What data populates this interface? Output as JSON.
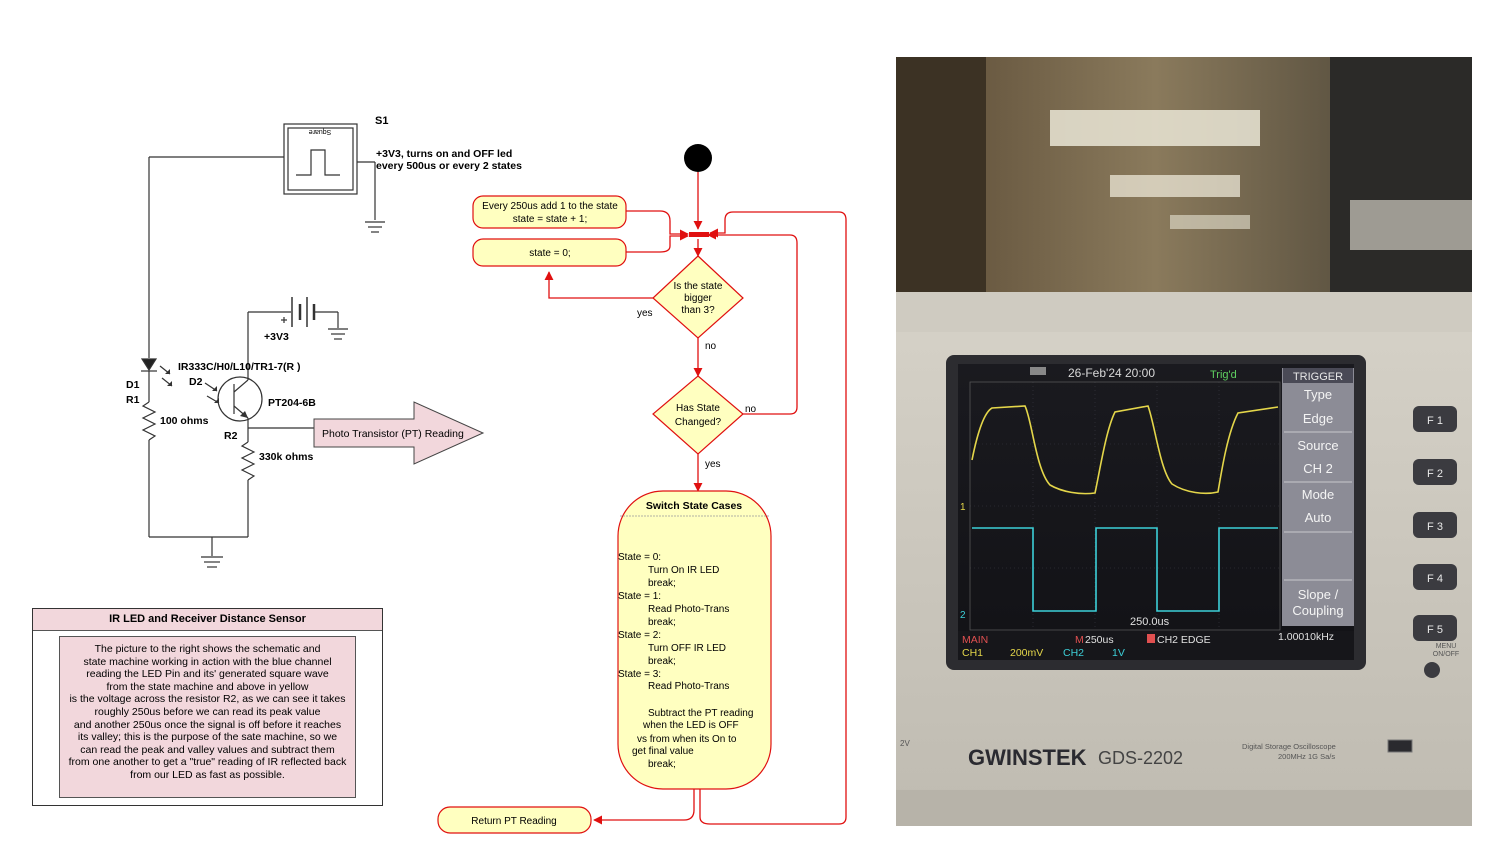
{
  "schematic": {
    "source_label": "S1",
    "source_inner": "Square",
    "source_note_1": "+3V3, turns on and OFF led",
    "source_note_2": "every 500us or every 2 states",
    "battery_label": "+3V3",
    "d1_label": "D1",
    "r1_label": "R1",
    "d2_label": "D2",
    "d2_part": "IR333C/H0/L10/TR1-7(R )",
    "q_part": "PT204-6B",
    "r2_label": "R2",
    "r1_value": "100 ohms",
    "r2_value": "330k ohms",
    "output_label": "Photo Transistor (PT) Reading"
  },
  "infobox": {
    "title": "IR LED and Receiver Distance Sensor",
    "body": "The picture to the right shows the schematic and\nstate machine working in action with the blue channel\nreading the LED Pin and its' generated square wave\nfrom the state machine and above in yellow\nis the voltage across the resistor R2, as we can see it takes\nroughly 250us before we can read its peak value\nand another 250us once the signal is off before it reaches\nits valley; this is the purpose of the sate machine, so we\ncan read the peak and valley values and subtract them\nfrom one another to get a \"true\" reading of IR reflected back\nfrom our LED as fast as possible."
  },
  "flow": {
    "box1_line1": "Every 250us add 1 to the state",
    "box1_line2": "state = state + 1;",
    "box2": "state = 0;",
    "d1_line1": "Is the state",
    "d1_line2": "bigger",
    "d1_line3": "than 3?",
    "yes1": "yes",
    "no1": "no",
    "d2_line1": "Has State",
    "d2_line2": "Changed?",
    "no2": "no",
    "yes2": "yes",
    "switch_title": "Switch State Cases",
    "switch_lines": [
      "State = 0:",
      "Turn On IR LED",
      "break;",
      "State = 1:",
      "Read Photo-Trans",
      "break;",
      "State = 2:",
      "Turn OFF IR LED",
      "break;",
      "State = 3:",
      "Read Photo-Trans",
      "",
      "Subtract the PT reading",
      "when the LED is OFF",
      "vs from when its On to",
      "get final value",
      "break;"
    ],
    "return_label": "Return PT Reading"
  },
  "scope": {
    "brand": "GWINSTEK",
    "model": "GDS-2202",
    "tag1": "Digital Storage Oscilloscope",
    "tag2": "200MHz 1G Sa/s",
    "datetime": "26-Feb'24 20:00",
    "trig_status": "Trig'd",
    "menu_title": "TRIGGER",
    "menu_type": "Type",
    "menu_type_val": "Edge",
    "menu_source": "Source",
    "menu_source_val": "CH 2",
    "menu_mode": "Mode",
    "menu_mode_val": "Auto",
    "menu_slope_1": "Slope /",
    "menu_slope_2": "Coupling",
    "timebase_marker": "250.0us",
    "status_main": "MAIN",
    "status_m": "M",
    "status_timebase": "250us",
    "status_trig": "CH2 EDGE",
    "status_freq": "1.00010kHz",
    "ch1_label": "CH1",
    "ch1_scale": "200mV",
    "ch2_label": "CH2",
    "ch2_scale": "1V",
    "ch1_marker": "1",
    "ch2_marker": "2",
    "f_keys": [
      "F 1",
      "F 2",
      "F 3",
      "F 4",
      "F 5"
    ],
    "menu_onoff_1": "MENU",
    "menu_onoff_2": "ON/OFF",
    "probe_note": "2V"
  }
}
